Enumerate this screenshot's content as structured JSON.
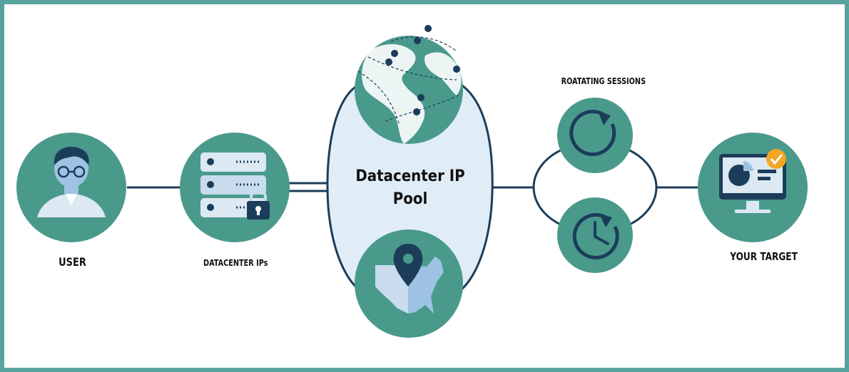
{
  "labels": {
    "user": "USER",
    "datacenter_ips": "DATACENTER IPs",
    "pool_line1": "Datacenter IP",
    "pool_line2": "Pool",
    "rotating_sessions": "ROATATING SESSIONS",
    "your_target": "YOUR TARGET"
  },
  "icons": [
    "user-icon",
    "server-rack-icon",
    "padlock-icon",
    "globe-icon",
    "map-pin-icon",
    "usa-map-icon",
    "rotate-icon",
    "clock-icon",
    "monitor-chart-icon",
    "checkmark-badge-icon"
  ],
  "colors": {
    "teal": "#4a9a8c",
    "frame": "#58a39d",
    "navy": "#1c3d5a",
    "pool_fill": "#e1edf6",
    "accent": "#f4a623"
  }
}
